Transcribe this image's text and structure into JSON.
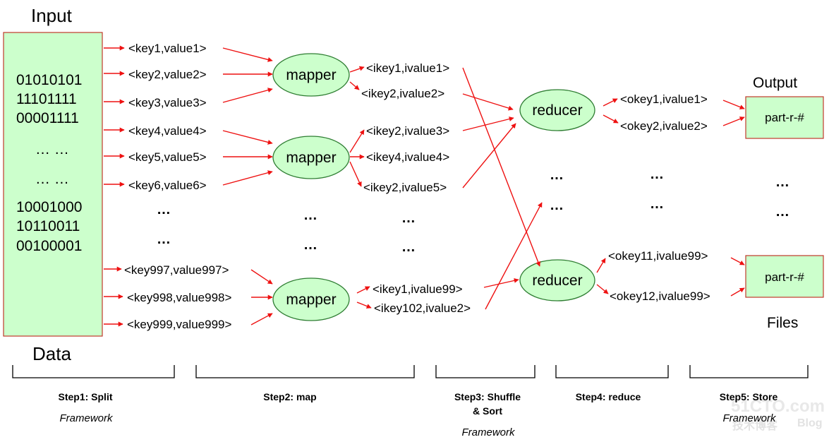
{
  "headings": {
    "input": "Input",
    "data": "Data",
    "output": "Output",
    "files": "Files"
  },
  "input_block": {
    "lines_top": [
      "01010101",
      "11101111",
      "00001111"
    ],
    "dots1": "… …",
    "dots2": "… …",
    "lines_bottom": [
      "10001000",
      "10110011",
      "00100001"
    ]
  },
  "splits": [
    "<key1,value1>",
    "<key2,value2>",
    "<key3,value3>",
    "<key4,value4>",
    "<key5,value5>",
    "<key6,value6>",
    "<key997,value997>",
    "<key998,value998>",
    "<key999,value999>"
  ],
  "mapper_label": "mapper",
  "map_outputs": [
    "<ikey1,ivalue1>",
    "<ikey2,ivalue2>",
    "<ikey2,ivalue3>",
    "<ikey4,ivalue4>",
    "<ikey2,ivalue5>",
    "<ikey1,ivalue99>",
    "<ikey102,ivalue2>"
  ],
  "reducer_label": "reducer",
  "reduce_outputs": [
    "<okey1,ivalue1>",
    "<okey2,ivalue2>",
    "<okey11,ivalue99>",
    "<okey12,ivalue99>"
  ],
  "part_label": "part-r-#",
  "ellipsis": "…",
  "steps": [
    {
      "label": "Step1: Split",
      "framework": "Framework"
    },
    {
      "label": "Step2: map",
      "framework": ""
    },
    {
      "label": "Step3: Shuffle",
      "label2": "& Sort",
      "framework": "Framework"
    },
    {
      "label": "Step4: reduce",
      "framework": ""
    },
    {
      "label": "Step5: Store",
      "framework": "Framework"
    }
  ],
  "watermark": {
    "site": "51CTO.com",
    "sub": "技术博客",
    "blog": "Blog"
  },
  "colors": {
    "box_fill": "#ccffcc",
    "box_stroke": "#c0392b",
    "node_fill": "#ccffcc",
    "node_stroke": "#2e7d32",
    "arrow": "#ee1111"
  }
}
